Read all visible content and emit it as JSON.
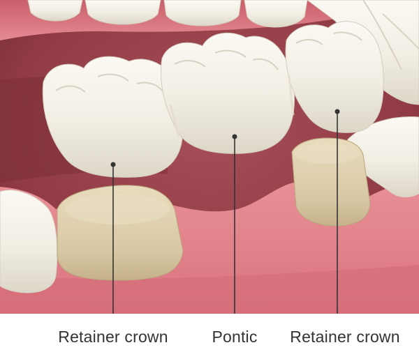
{
  "labels": {
    "left": "Retainer crown",
    "middle": "Pontic",
    "right": "Retainer crown"
  },
  "colors": {
    "gum": "#e3838b",
    "gum_dark": "#a84a55",
    "inner_mouth": "#8f3a44",
    "tooth": "#f2efe6",
    "abutment": "#dccca9",
    "leader_line": "#333333",
    "caption_text": "#333333"
  },
  "parts": [
    "upper-teeth",
    "bridge-retainer-crown",
    "bridge-pontic",
    "prepared-abutment",
    "gum",
    "neighbor-tooth"
  ]
}
